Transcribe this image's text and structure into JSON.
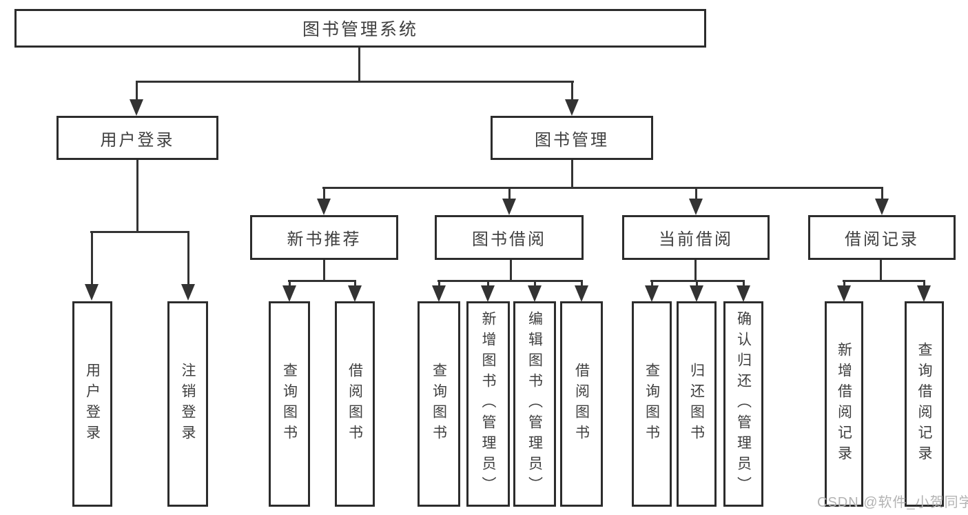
{
  "diagram": {
    "root": {
      "label": "图书管理系统"
    },
    "level2": [
      {
        "label": "用户登录"
      },
      {
        "label": "图书管理"
      }
    ],
    "level3": [
      {
        "label": "新书推荐"
      },
      {
        "label": "图书借阅"
      },
      {
        "label": "当前借阅"
      },
      {
        "label": "借阅记录"
      }
    ],
    "leaves": {
      "login": [
        {
          "label": "用户登录"
        },
        {
          "label": "注销登录"
        }
      ],
      "recommend": [
        {
          "label": "查询图书"
        },
        {
          "label": "借阅图书"
        }
      ],
      "borrow": [
        {
          "label": "查询图书"
        },
        {
          "label": "新增图书（管理员）"
        },
        {
          "label": "编辑图书（管理员）"
        },
        {
          "label": "借阅图书"
        }
      ],
      "current": [
        {
          "label": "查询图书"
        },
        {
          "label": "归还图书"
        },
        {
          "label": "确认归还（管理员）"
        }
      ],
      "records": [
        {
          "label": "新增借阅记录"
        },
        {
          "label": "查询借阅记录"
        }
      ]
    },
    "watermark": "CSDN @软件_小贺同学",
    "colors": {
      "line": "#333333",
      "box_border": "#2c2c2c",
      "text": "#3f3f3f",
      "watermark": "#b3b3b3",
      "background": "#ffffff"
    }
  }
}
